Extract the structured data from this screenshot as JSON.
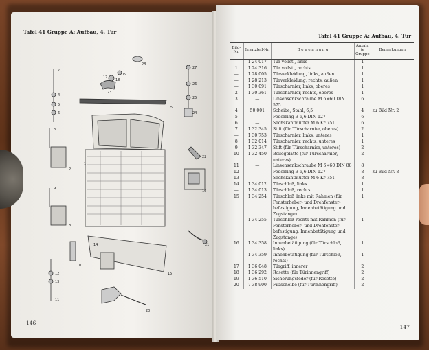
{
  "left_page": {
    "header": "Tafel 41   Gruppe A: Aufbau, 4. Tür",
    "page_number": "146",
    "callouts": [
      "1",
      "2",
      "3",
      "4",
      "5",
      "6",
      "7",
      "8",
      "9",
      "10",
      "11",
      "12",
      "13",
      "14",
      "15",
      "16",
      "17",
      "18",
      "19",
      "20",
      "21",
      "22",
      "23",
      "24",
      "25",
      "26",
      "27",
      "28",
      "29"
    ]
  },
  "right_page": {
    "header": "Tafel 41   Gruppe A: Aufbau, 4. Tür",
    "page_number": "147",
    "columns": {
      "bild": "Bild-Nr.",
      "ersatz": "Ersatzteil-Nr.",
      "benennung": "B e n e n n u n g",
      "anzahl": "Anzahl je Gruppe",
      "bemerkungen": "Bemerkungen"
    },
    "rows": [
      {
        "bild": "—",
        "nr": "1 24 017",
        "name": "Tür vollst., links",
        "anz": "1",
        "bem": ""
      },
      {
        "bild": "1",
        "nr": "1 24 316",
        "name": "Tür vollst., rechts",
        "anz": "1",
        "bem": ""
      },
      {
        "bild": "—",
        "nr": "1 28 005",
        "name": "Türverkleidung, links, außen",
        "anz": "1",
        "bem": ""
      },
      {
        "bild": "—",
        "nr": "1 28 213",
        "name": "Türverkleidung, rechts, außen",
        "anz": "1",
        "bem": ""
      },
      {
        "bild": "—",
        "nr": "1 30 091",
        "name": "Türscharnier, links, oberes",
        "anz": "1",
        "bem": ""
      },
      {
        "bild": "2",
        "nr": "1 30 361",
        "name": "Türscharnier, rechts, oberes",
        "anz": "1",
        "bem": ""
      },
      {
        "bild": "3",
        "nr": "—",
        "name": "Linsensenkschraube M 6×60 DIN 575",
        "anz": "6",
        "bem": ""
      },
      {
        "bild": "4",
        "nr": "50 001",
        "name": "Scheibe, Stahl, 6,5",
        "anz": "4",
        "bem": "zu Bild Nr. 2"
      },
      {
        "bild": "5",
        "nr": "—",
        "name": "Federring B 6,6 DIN 127",
        "anz": "6",
        "bem": ""
      },
      {
        "bild": "6",
        "nr": "—",
        "name": "Sechskantmutter M 6 Kr 751",
        "anz": "6",
        "bem": ""
      },
      {
        "bild": "7",
        "nr": "1 32 345",
        "name": "Stift (für Türscharnier, oberes)",
        "anz": "2",
        "bem": ""
      },
      {
        "bild": "—",
        "nr": "1 30 753",
        "name": "Türscharnier, links, unteres",
        "anz": "1",
        "bem": ""
      },
      {
        "bild": "8",
        "nr": "1 32 014",
        "name": "Türscharnier, rechts, unteres",
        "anz": "1",
        "bem": ""
      },
      {
        "bild": "9",
        "nr": "1 32 347",
        "name": "Stift (für Türscharnier, unteres)",
        "anz": "2",
        "bem": ""
      },
      {
        "bild": "10",
        "nr": "1 32 450",
        "name": "Beilegplatte (für Türscharnier, unteres)",
        "anz": "2",
        "bem": ""
      },
      {
        "bild": "11",
        "nr": "—",
        "name": "Linsensenkschraube M 6×60 DIN 88",
        "anz": "8",
        "bem": ""
      },
      {
        "bild": "12",
        "nr": "—",
        "name": "Federring B 6,6 DIN 127",
        "anz": "8",
        "bem": "zu Bild Nr. 8"
      },
      {
        "bild": "13",
        "nr": "—",
        "name": "Sechskantmutter M 6 Kr 751",
        "anz": "8",
        "bem": ""
      },
      {
        "bild": "14",
        "nr": "1 34 012",
        "name": "Türschloß, links",
        "anz": "1",
        "bem": ""
      },
      {
        "bild": "—",
        "nr": "1 34 013",
        "name": "Türschloß, rechts",
        "anz": "1",
        "bem": ""
      },
      {
        "bild": "15",
        "nr": "1 34 254",
        "name": "Türschloß links mit Rahmen (für Fensterheber- und Drehfenster-befestigung, Innenbetätigung und Zugstange)",
        "anz": "1",
        "bem": ""
      },
      {
        "bild": "—",
        "nr": "1 34 255",
        "name": "Türschloß rechts mit Rahmen (für Fensterheber- und Drehfenster-befestigung, Innenbetätigung und Zugstange)",
        "anz": "1",
        "bem": ""
      },
      {
        "bild": "16",
        "nr": "1 34 358",
        "name": "Innenbetätigung (für Türschloß, links)",
        "anz": "1",
        "bem": ""
      },
      {
        "bild": "—",
        "nr": "1 34 359",
        "name": "Innenbetätigung (für Türschloß, rechts)",
        "anz": "1",
        "bem": ""
      },
      {
        "bild": "17",
        "nr": "1 36 048",
        "name": "Türgriff, innerer",
        "anz": "2",
        "bem": ""
      },
      {
        "bild": "18",
        "nr": "1 36 292",
        "name": "Rosette (für Türinnengriff)",
        "anz": "2",
        "bem": ""
      },
      {
        "bild": "19",
        "nr": "1 36 510",
        "name": "Sicherungsfeder (für Rosette)",
        "anz": "2",
        "bem": ""
      },
      {
        "bild": "20",
        "nr": "7 38 900",
        "name": "Filzscheibe (für Türinnengriff)",
        "anz": "2",
        "bem": ""
      }
    ]
  }
}
